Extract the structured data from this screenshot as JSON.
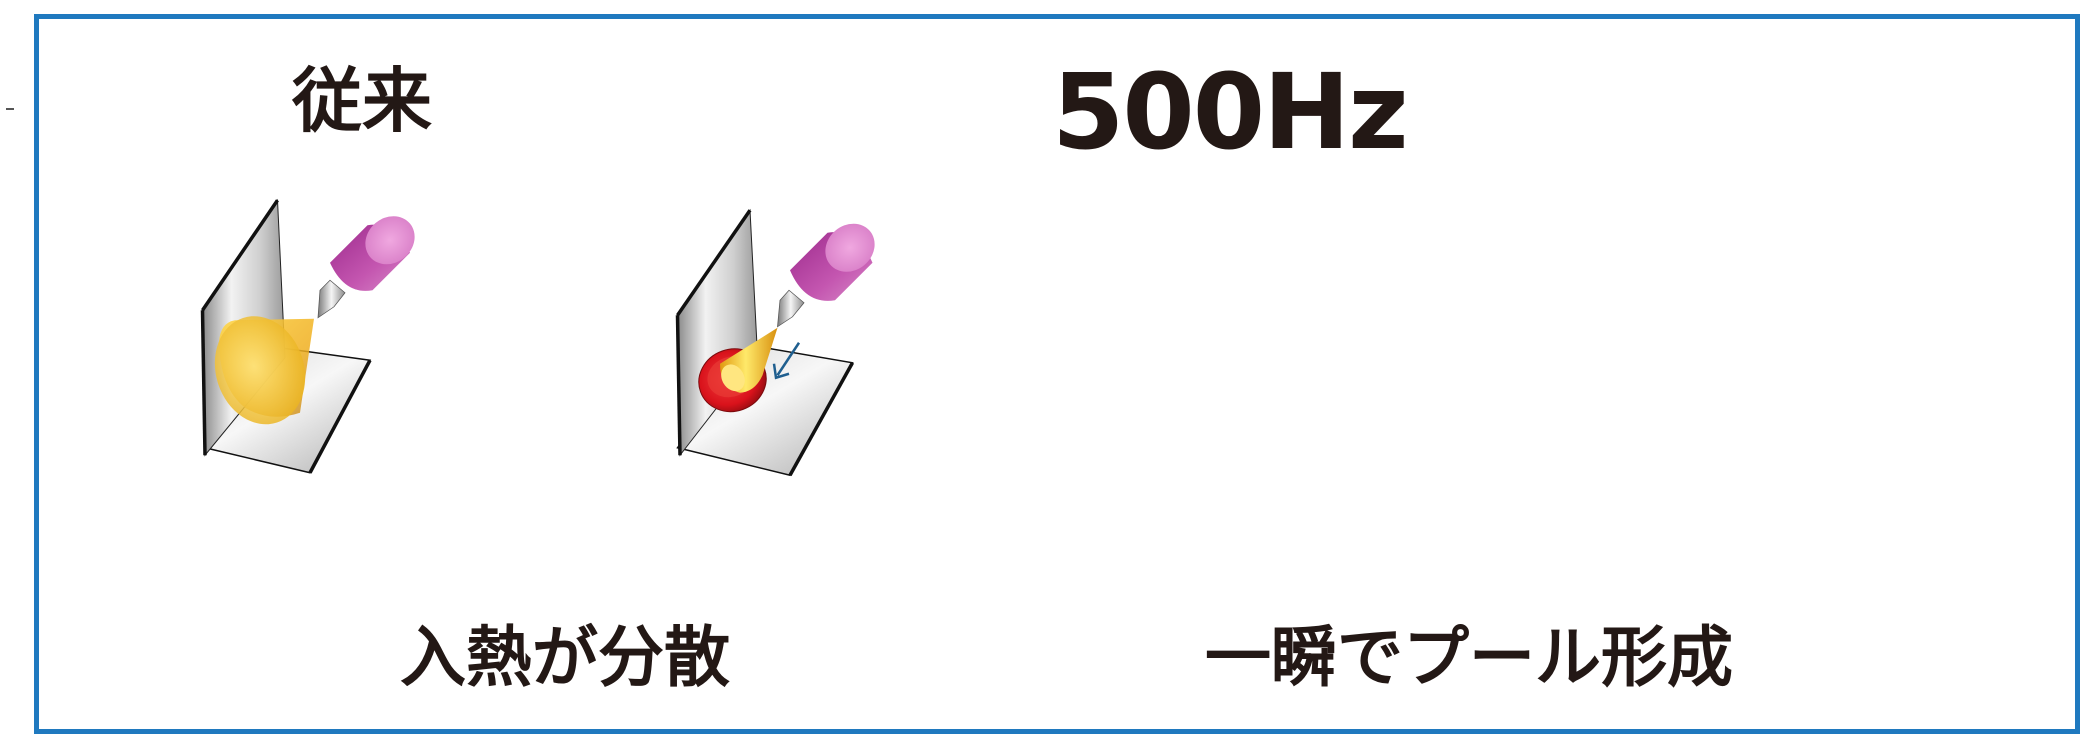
{
  "panels": [
    {
      "id": "conventional",
      "label": "従来",
      "caption": "入熱が分散",
      "cone_color": "#f2b51c",
      "pool": false
    },
    {
      "id": "500hz",
      "label": "500Hz",
      "caption": "一瞬でプール形成",
      "cone_color": "#f5c21e",
      "pool": true,
      "pool_color": "#d9121b",
      "arrow_color": "#1f5f8f"
    }
  ],
  "colors": {
    "frame": "#1f79bf",
    "torch_body": "#c95bb5",
    "text": "#231815",
    "plate_edge": "#111111"
  }
}
